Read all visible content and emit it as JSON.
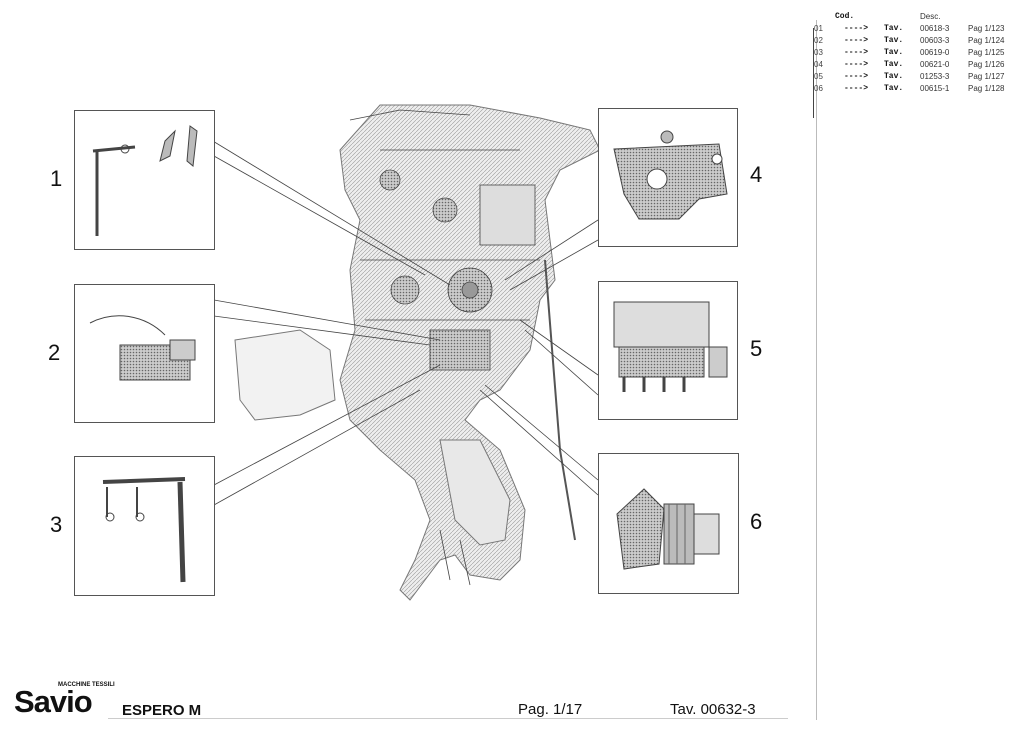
{
  "index": {
    "header_cod": "Cod.",
    "header_desc": "Desc.",
    "rows": [
      {
        "num": "01",
        "arrow": "---->",
        "tav": "Tav.",
        "code": "00618-3",
        "page": "Pag 1/123"
      },
      {
        "num": "02",
        "arrow": "---->",
        "tav": "Tav.",
        "code": "00603-3",
        "page": "Pag 1/124"
      },
      {
        "num": "03",
        "arrow": "---->",
        "tav": "Tav.",
        "code": "00619-0",
        "page": "Pag 1/125"
      },
      {
        "num": "04",
        "arrow": "---->",
        "tav": "Tav.",
        "code": "00621-0",
        "page": "Pag 1/126"
      },
      {
        "num": "05",
        "arrow": "---->",
        "tav": "Tav.",
        "code": "01253-3",
        "page": "Pag 1/127"
      },
      {
        "num": "06",
        "arrow": "---->",
        "tav": "Tav.",
        "code": "00615-1",
        "page": "Pag 1/128"
      }
    ]
  },
  "callouts": [
    "1",
    "2",
    "3",
    "4",
    "5",
    "6"
  ],
  "footer": {
    "brand": "Savio",
    "brand_tag": "MACCHINE TESSILI",
    "model": "ESPERO M",
    "page": "Pag. 1/17",
    "tav": "Tav. 00632-3"
  },
  "colors": {
    "ink": "#111111",
    "line": "#555555"
  }
}
